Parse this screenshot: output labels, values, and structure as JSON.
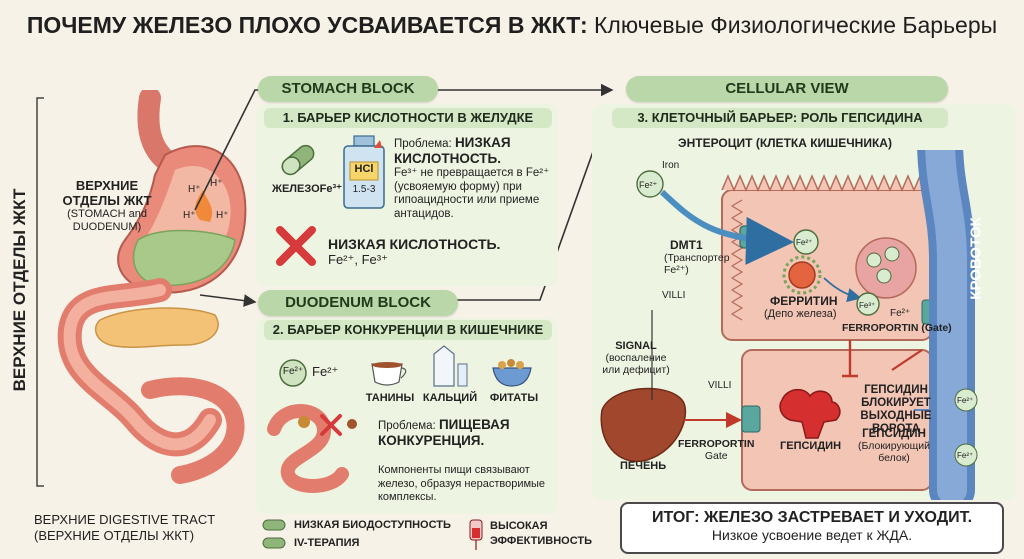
{
  "title": {
    "bold": "ПОЧЕМУ ЖЕЛЕЗО ПЛОХО УСВАИВАЕТСЯ В ЖКТ:",
    "rest": "Ключевые Физиологические Барьеры"
  },
  "left": {
    "vertical_label": "ВЕРХНИЕ ОТДЕЛЫ ЖКТ",
    "stomach_label_bold": "ВЕРХНИЕ ОТДЕЛЫ ЖКТ",
    "stomach_label_sub": "(STOMACH and DUODENUM)",
    "hplus": "H⁺",
    "bottom_title": "ВЕРХНИЕ DIGESTIVE TRACT",
    "bottom_sub": "(ВЕРХНИЕ ОТДЕЛЫ ЖКТ)"
  },
  "stomach_block": {
    "pill": "STOMACH BLOCK",
    "heading": "1. БАРЬЕР КИСЛОТНОСТИ В ЖЕЛУДКЕ",
    "iron_label": "ЖЕЛЕЗОFe³⁺",
    "hcl_label": "HCl",
    "hcl_ph": "1.5-3",
    "problem_prefix": "Проблема: ",
    "problem_bold": "НИЗКАЯ КИСЛОТНОСТЬ.",
    "problem_text": "Fe³⁺ не превращается в Fe²⁺ (усвояемую форму) при гипоацидности или приеме антацидов.",
    "x_bold": "НИЗКАЯ КИСЛОТНОСТЬ.",
    "x_sub": "Fe²⁺, Fe³⁺"
  },
  "duodenum_block": {
    "pill": "DUODENUM BLOCK",
    "heading": "2. БАРЬЕР КОНКУРЕНЦИИ В КИШЕЧНИКЕ",
    "fe_circle": "Fe²⁺",
    "fe_label": "Fe²⁺",
    "items": [
      "ТАНИНЫ",
      "КАЛЬЦИЙ",
      "ФИТАТЫ"
    ],
    "problem_prefix": "Проблема: ",
    "problem_bold": "ПИЩЕВАЯ КОНКУРЕНЦИЯ.",
    "problem_text": "Компоненты пищи связывают железо, образуя нерастворимые комплексы."
  },
  "cellular": {
    "pill": "CELLULAR VIEW",
    "heading": "3. КЛЕТОЧНЫЙ БАРЬЕР: РОЛЬ ГЕПСИДИНА",
    "enterocyte": "ЭНТЕРОЦИТ (КЛЕТКА КИШЕЧНИКА)",
    "iron_label": "Iron",
    "fe2": "Fe²⁺",
    "fe3": "Fe³⁺",
    "dmt1_bold": "DMT1",
    "dmt1_sub": "(Транспортер Fe²⁺)",
    "villi": "VILLI",
    "villi2": "VILLI",
    "ferritin_bold": "ФЕРРИТИН",
    "ferritin_sub": "(Депо железа)",
    "ferroportin_gate": "FERROPORTIN (Gate)",
    "signal_bold": "SIGNAL",
    "signal_sub": "(воспаление или дефицит)",
    "liver": "ПЕЧЕНЬ",
    "ferroportin2_bold": "FERROPORTIN",
    "ferroportin2_sub": "Gate",
    "hepcidin": "ГЕПСИДИН",
    "hepcidin_blocks": "ГЕПСИДИН БЛОКИРУЕТ ВЫХОДНЫЕ ВОРОТА",
    "hepcidin2_bold": "ГЕПСИДИН",
    "hepcidin2_sub": "(Блокирующий белок)",
    "bloodstream": "КРОВОТОК"
  },
  "legend": {
    "item1": "НИЗКАЯ БИОДОСТУПНОСТЬ",
    "item2": "IV-ТЕРАПИЯ",
    "item3": "ВЫСОКАЯ ЭФФЕКТИВНОСТЬ"
  },
  "result": {
    "bold": "ИТОГ: ЖЕЛЕЗО ЗАСТРЕВАЕТ И УХОДИТ.",
    "sub": "Низкое усвоение ведет к ЖДА."
  },
  "colors": {
    "pill_green": "#b9d7a8",
    "panel_bg": "#eef4e2",
    "cell_pink": "#f3c5b5",
    "blood_blue": "#5b86c0",
    "red_x": "#d63a3a"
  }
}
